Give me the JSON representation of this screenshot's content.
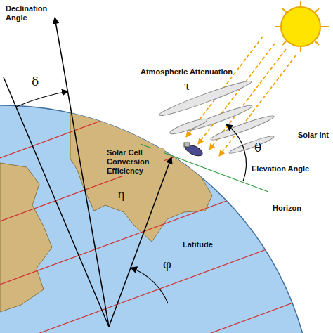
{
  "diagram": {
    "labels": [
      "Declination Angle",
      "δ",
      "Atmospheric Attenuation",
      "τ",
      "Solar Int",
      "Solar Cell Conversion Efficiency",
      "η",
      "θ",
      "Elevation Angle",
      "Horizon",
      "Latitude",
      "φ"
    ]
  }
}
